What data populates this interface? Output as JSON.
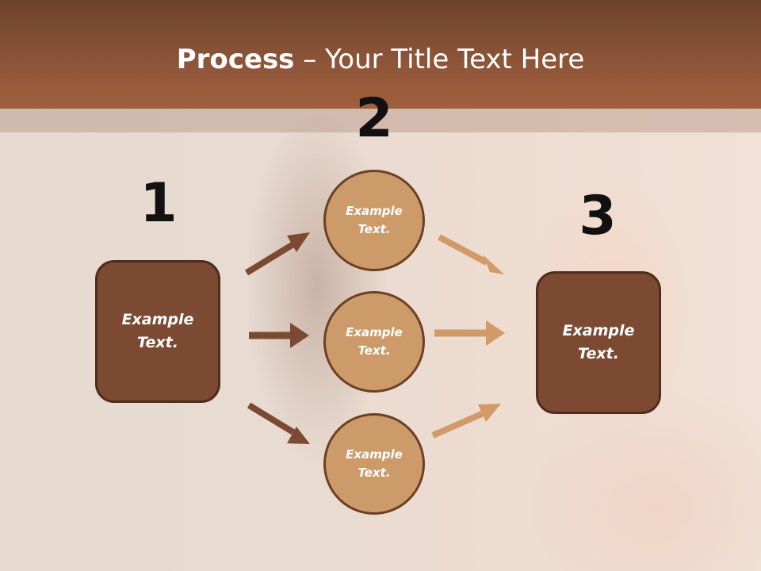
{
  "title": {
    "bold": "Process",
    "rest": " – Your Title Text Here"
  },
  "steps": {
    "one": {
      "number": "1",
      "line1": "Example",
      "line2": "Text."
    },
    "two": {
      "number": "2",
      "circles": [
        {
          "line1": "Example",
          "line2": "Text."
        },
        {
          "line1": "Example",
          "line2": "Text."
        },
        {
          "line1": "Example",
          "line2": "Text."
        }
      ]
    },
    "three": {
      "number": "3",
      "line1": "Example",
      "line2": "Text."
    }
  },
  "colors": {
    "header": "#8c5438",
    "box_fill": "#7c4a32",
    "circle_fill": "#cd9a69",
    "arrow_dark": "#7c4a32",
    "arrow_light": "#d19a68"
  }
}
